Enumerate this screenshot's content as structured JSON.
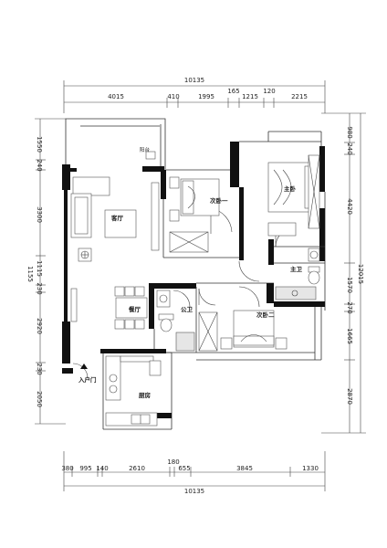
{
  "dimensions": {
    "overall_width": "10135",
    "overall_height": "12015",
    "top": [
      "4015",
      "410",
      "1995",
      "165",
      "1215",
      "120",
      "2215"
    ],
    "bottom": [
      "380",
      "995",
      "140",
      "2610",
      "180",
      "655",
      "3845",
      "1330"
    ],
    "left": [
      "1550",
      "240",
      "3300",
      "1115",
      "1155",
      "230",
      "2920",
      "230",
      "2050"
    ],
    "right": [
      "980",
      "240",
      "4420",
      "1570",
      "270",
      "1665",
      "2870"
    ]
  },
  "rooms": {
    "balcony": "阳台",
    "living": "客厅",
    "dining": "餐厅",
    "kitchen": "厨房",
    "bedroom2": "次卧一",
    "master_bedroom": "主卧",
    "master_bath": "主卫",
    "public_bath": "公卫",
    "bedroom3": "次卧二",
    "entrance": "入户门"
  },
  "colors": {
    "wall": "#111111",
    "line": "#333333",
    "furniture": "#555555"
  }
}
